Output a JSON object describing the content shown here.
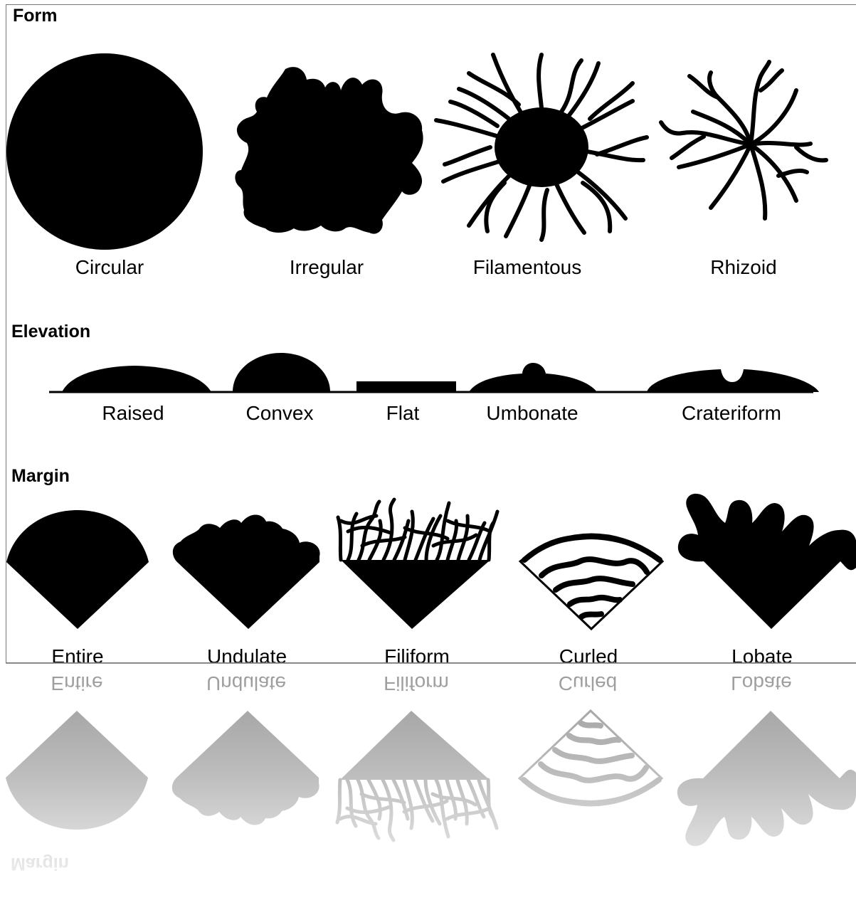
{
  "sections": {
    "form": {
      "heading": "Form",
      "items": [
        "Circular",
        "Irregular",
        "Filamentous",
        "Rhizoid"
      ]
    },
    "elevation": {
      "heading": "Elevation",
      "items": [
        "Raised",
        "Convex",
        "Flat",
        "Umbonate",
        "Crateriform"
      ]
    },
    "margin": {
      "heading": "Margin",
      "items": [
        "Entire",
        "Undulate",
        "Filiform",
        "Curled",
        "Lobate"
      ]
    }
  },
  "colors": {
    "ink": "#000000",
    "background": "#ffffff",
    "reflection_ink": "#8c8c8c"
  }
}
